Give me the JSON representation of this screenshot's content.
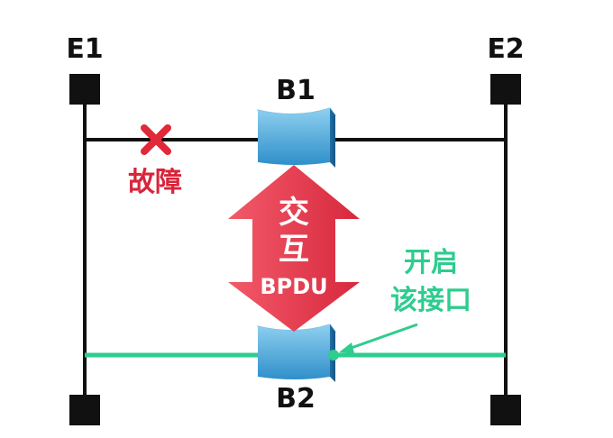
{
  "nodes": {
    "e1": "E1",
    "e2": "E2",
    "b1": "B1",
    "b2": "B2"
  },
  "fault": {
    "label": "故障"
  },
  "exchange": {
    "line1": "交",
    "line2": "互",
    "line3": "BPDU"
  },
  "callout": {
    "line1": "开启",
    "line2": "该接口"
  },
  "colors": {
    "line": "#111111",
    "green": "#2ecc8f",
    "red": "#e8344a",
    "fault": "#e02a3a",
    "bridge": "#4aa3d6"
  }
}
